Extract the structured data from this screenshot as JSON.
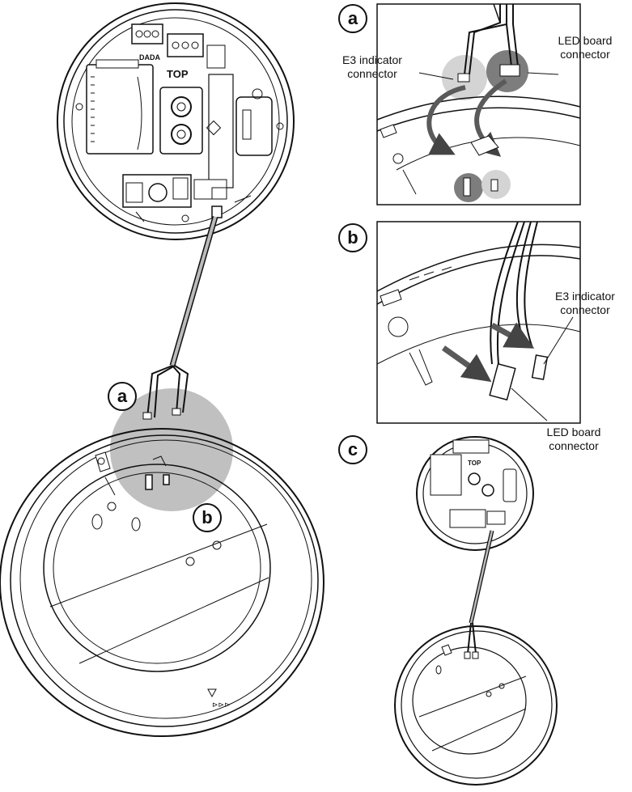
{
  "main_device": {
    "board_label": "TOP",
    "terminal_label": "DADA"
  },
  "callouts": {
    "a": "a",
    "b": "b",
    "c": "c"
  },
  "panel_a": {
    "badge": "a",
    "e3_label_line1": "E3 indicator",
    "e3_label_line2": "connector",
    "led_label_line1": "LED board",
    "led_label_line2": "connector"
  },
  "panel_b": {
    "badge": "b",
    "e3_label_line1": "E3 indicator",
    "e3_label_line2": "connector",
    "led_label_line1": "LED board",
    "led_label_line2": "connector"
  },
  "panel_c": {
    "badge": "c",
    "board_label": "TOP"
  },
  "colors": {
    "line": "#111111",
    "highlight_dark": "#7d7d7d",
    "highlight_light": "#d4d4d4",
    "callout_circle": "#b5b5b5",
    "arrow": "#5a5a5a"
  }
}
